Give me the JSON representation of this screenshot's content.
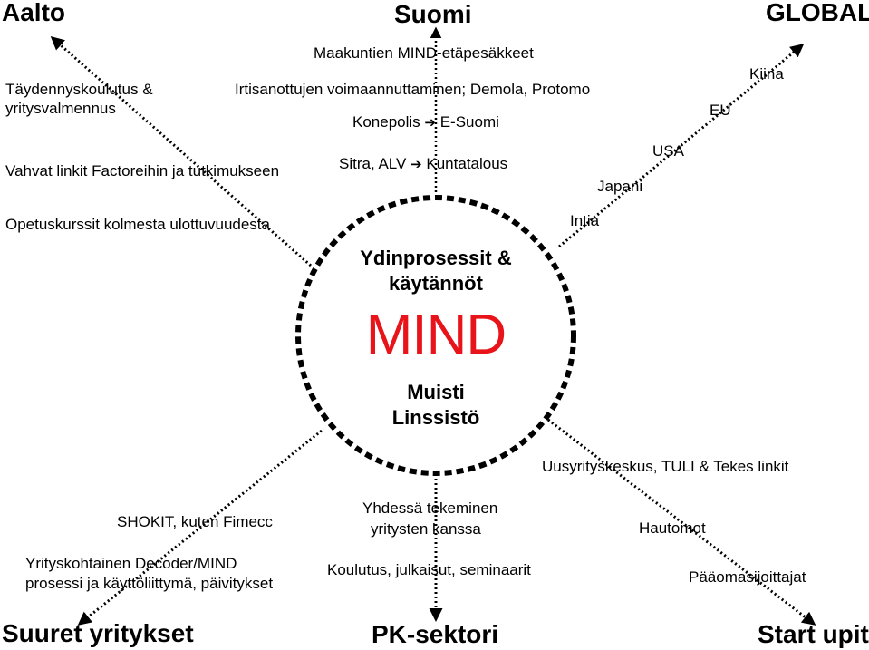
{
  "corners": {
    "top_left": "Aalto",
    "top_center": "Suomi",
    "top_right": "GLOBAL",
    "bottom_left": "Suuret yritykset",
    "bottom_center": "PK-sektori",
    "bottom_right": "Start upit"
  },
  "top_left_items": {
    "a1": "Täydennyskoulutus &",
    "a2": "yritysvalmennus",
    "b": "Vahvat linkit Factoreihin ja tutkimukseen",
    "c": "Opetuskurssit kolmesta ulottuvuudesta"
  },
  "top_center_items": {
    "a": "Maakuntien MIND-etäpesäkkeet",
    "b": "Irtisanottujen voimaannuttaminen; Demola, Protomo",
    "c_left": "Konepolis",
    "c_right": "E-Suomi",
    "d_left": "Sitra, ALV",
    "d_right": "Kuntatalous",
    "arrow_glyph": "➔"
  },
  "top_right_items": {
    "kiina": "Kiina",
    "eu": "EU",
    "usa": "USA",
    "japani": "Japani",
    "intia": "Intia"
  },
  "center": {
    "title1": "Ydinprosessit &",
    "title2": "käytännöt",
    "mind": "MIND",
    "sub1": "Muisti",
    "sub2": "Linssistö",
    "mind_color": "#e8141a"
  },
  "bottom_left_items": {
    "a": "SHOKIT, kuten Fimecc",
    "b1": "Yrityskohtainen Decoder/MIND",
    "b2": "prosessi ja käyttöliittymä, päivitykset"
  },
  "bottom_center_items": {
    "a1": "Yhdessä tekeminen",
    "a2": "yritysten kanssa",
    "b": "Koulutus, julkaisut, seminaarit"
  },
  "bottom_right_items": {
    "a": "Uusyrityskeskus, TULI & Tekes linkit",
    "b": "Hautomot",
    "c": "Pääomasijoittajat"
  }
}
